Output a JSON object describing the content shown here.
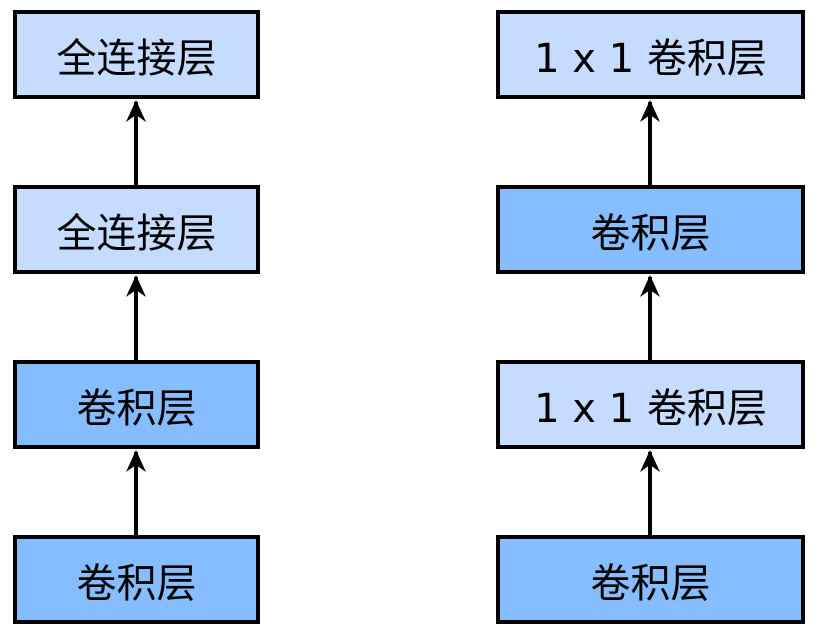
{
  "left_column": {
    "boxes": [
      {
        "label": "全连接层",
        "fill": "#c5dcff"
      },
      {
        "label": "全连接层",
        "fill": "#c5dcff"
      },
      {
        "label": "卷积层",
        "fill": "#85bdff"
      },
      {
        "label": "卷积层",
        "fill": "#85bdff"
      }
    ]
  },
  "right_column": {
    "boxes": [
      {
        "label": "1 x 1 卷积层",
        "fill": "#c5dcff"
      },
      {
        "label": "卷积层",
        "fill": "#85bdff"
      },
      {
        "label": "1 x 1 卷积层",
        "fill": "#c5dcff"
      },
      {
        "label": "卷积层",
        "fill": "#85bdff"
      }
    ]
  },
  "colors": {
    "border": "#000000",
    "arrow": "#000000",
    "light_fill": "#c5dcff",
    "dark_fill": "#85bdff"
  }
}
